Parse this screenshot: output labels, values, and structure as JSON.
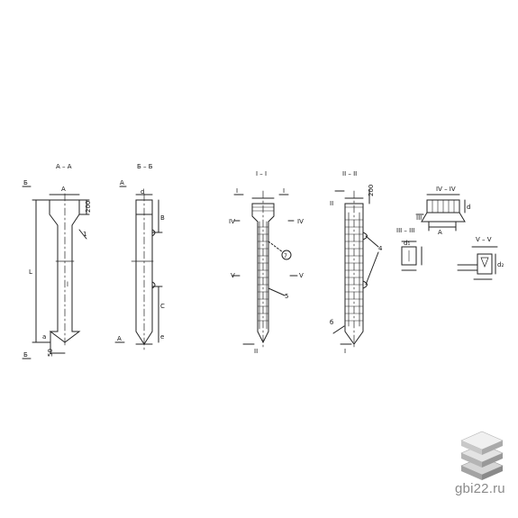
{
  "drawing": {
    "sections": {
      "a": "А – А",
      "b": "Б – Б",
      "c1": "I – I",
      "c2": "II – II",
      "c3": "III – III",
      "c4": "IV – IV",
      "c5": "V – V"
    },
    "dims": {
      "width": "A",
      "head": "200",
      "length": "L",
      "lower": "l",
      "tip": "50",
      "a_small": "a",
      "d_small": "d",
      "b": "B",
      "c": "C",
      "e": "e",
      "head2": "200",
      "tip2": "б"
    },
    "markers": {
      "sec": "Б",
      "sec_a": "А",
      "one": "I",
      "two": "II",
      "three": "III",
      "four": "IV",
      "five": "V"
    },
    "callouts": {
      "c1": "1",
      "c2": "4",
      "c3": "5",
      "c4": "7"
    },
    "cuts": {
      "c1": "d",
      "c2": "A",
      "c3": "d₁",
      "c4": "d₂"
    }
  },
  "brand": {
    "site": "gbi22.ru"
  }
}
